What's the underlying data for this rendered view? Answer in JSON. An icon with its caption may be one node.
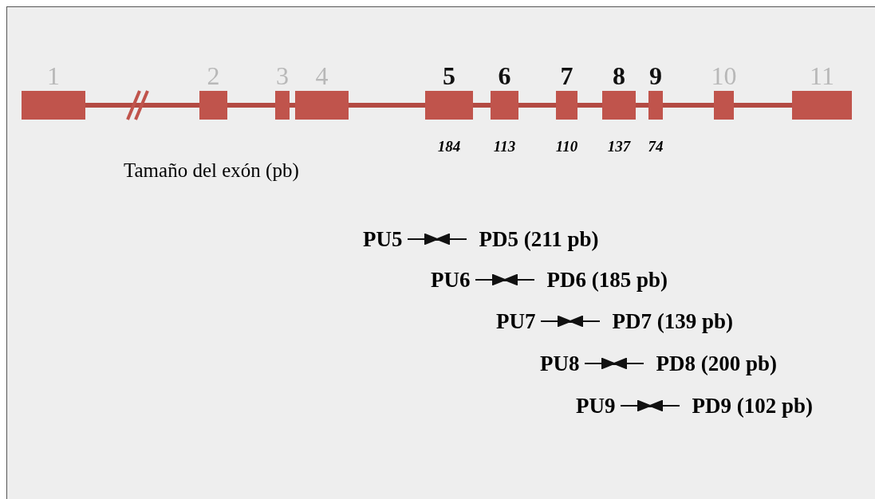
{
  "diagram": {
    "nodes": [
      {
        "text": [
          "1"
        ]
      },
      {
        "text": [
          "2"
        ]
      },
      {
        "text": [
          "3"
        ]
      },
      {
        "text": [
          "4"
        ]
      },
      {
        "text": [
          "5"
        ],
        "beside": [
          "184"
        ]
      },
      {
        "text": [
          "6"
        ],
        "beside": [
          "113"
        ]
      },
      {
        "text": [
          "7"
        ],
        "beside": [
          "110"
        ]
      },
      {
        "text": [
          "8"
        ],
        "beside": [
          "137"
        ]
      },
      {
        "text": [
          "9"
        ],
        "beside": [
          "74"
        ]
      },
      {
        "text": [
          "10"
        ]
      },
      {
        "text": [
          "11"
        ]
      }
    ],
    "edges": [
      {
        "from": 0,
        "to": 1,
        "arrow": "none"
      },
      {
        "from": 1,
        "to": 2,
        "arrow": "none"
      },
      {
        "from": 2,
        "to": 3,
        "arrow": "none"
      },
      {
        "from": 3,
        "to": 4,
        "arrow": "none"
      },
      {
        "from": 4,
        "to": 5,
        "arrow": "none"
      },
      {
        "from": 5,
        "to": 6,
        "arrow": "none"
      },
      {
        "from": 6,
        "to": 7,
        "arrow": "none"
      },
      {
        "from": 7,
        "to": 8,
        "arrow": "none"
      },
      {
        "from": 8,
        "to": 9,
        "arrow": "none"
      },
      {
        "from": 9,
        "to": 10,
        "arrow": "none"
      }
    ],
    "labels": [
      "Tamaño del exón (pb)",
      "PU5",
      "PD5 (211 pb)",
      "PU6",
      "PD6 (185 pb)",
      "PU7",
      "PD7 (139 pb)",
      "PU8",
      "PD8 (200 pb)",
      "PU9",
      "PD9 (102 pb)"
    ]
  }
}
